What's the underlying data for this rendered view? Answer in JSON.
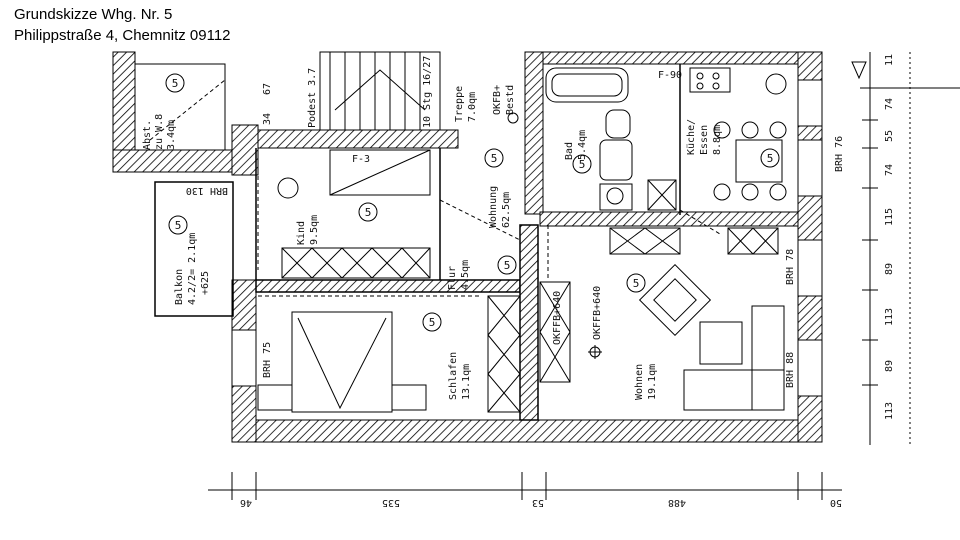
{
  "header": {
    "line1": "Grundskizze Whg. Nr. 5",
    "line2": "Philippstraße 4, Chemnitz 09112"
  },
  "rooms": {
    "absteller": {
      "line1": "Abst.",
      "line2": "zu W.8",
      "line3": "3.4qm"
    },
    "podest": "Podest 3.7",
    "steps": "10 Stg 16/27",
    "treppe": {
      "line1": "Treppe",
      "line2": "7.0qm"
    },
    "bestand": {
      "line1": "OKFB+",
      "line2": "Bestd"
    },
    "wohnung": {
      "line1": "Wohnung",
      "line2": "62.5qm"
    },
    "bad": {
      "line1": "Bad",
      "line2": "5.4qm"
    },
    "kueche": {
      "line1": "Küche/",
      "line2": "Essen",
      "line3": "8.8qm"
    },
    "kind": {
      "line1": "Kind",
      "line2": "9.5qm"
    },
    "flur": {
      "line1": "Flur",
      "line2": "4.5qm"
    },
    "balkon": {
      "line1": "Balkon",
      "line2": "4.2/2= 2.1qm",
      "line3": "+625"
    },
    "schlafen": {
      "line1": "Schlafen",
      "line2": "13.1qm"
    },
    "wohnen": {
      "line1": "Wohnen",
      "line2": "19.1qm"
    },
    "okffb640": "OKFFB+640",
    "okffb_left": "OKFFB+640"
  },
  "brh": {
    "b130": "BRH 130",
    "b76": "BRH 76",
    "b78": "BRH 78",
    "b75": "BRH 75",
    "b88": "BRH 88"
  },
  "unit_number": "5",
  "dims_right": [
    "11",
    "74",
    "55",
    "74",
    "115",
    "89",
    "113",
    "89",
    "113"
  ],
  "dims_bottom": [
    "46",
    "535",
    "53",
    "488",
    "50"
  ],
  "small_labels": {
    "stair_top": "34",
    "stair_top2": "67",
    "kind_area": "F-3",
    "kitchen_mark": "F-90"
  }
}
